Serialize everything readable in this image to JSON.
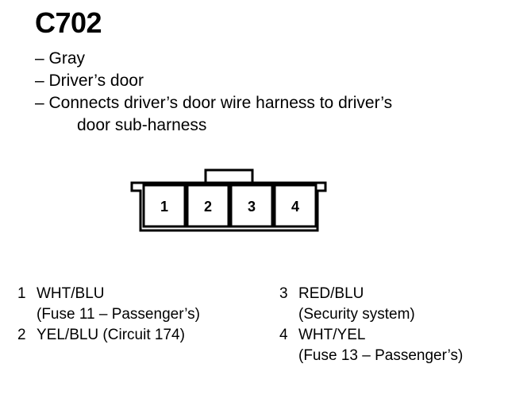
{
  "connector_id": "C702",
  "notes": [
    "– Gray",
    "– Driver’s door",
    "– Connects driver’s door wire harness to driver’s"
  ],
  "notes_continuation": "door sub-harness",
  "pins": [
    {
      "num": "1",
      "line1": "WHT/BLU",
      "line2": "(Fuse 11 – Passenger’s)"
    },
    {
      "num": "2",
      "line1": "YEL/BLU (Circuit 174)",
      "line2": ""
    },
    {
      "num": "3",
      "line1": "RED/BLU",
      "line2": "(Security system)"
    },
    {
      "num": "4",
      "line1": "WHT/YEL",
      "line2": "(Fuse 13 – Passenger’s)"
    }
  ]
}
